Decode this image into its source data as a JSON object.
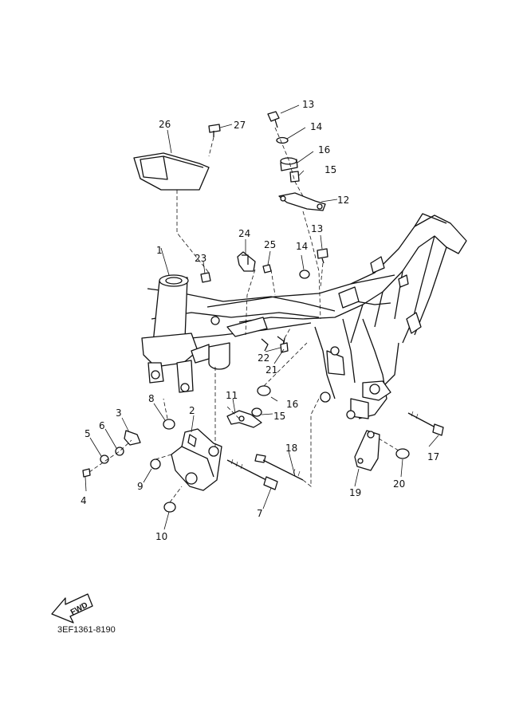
{
  "diagram": {
    "code": "3EF1361-8190",
    "fwd_label": "FWD",
    "callouts": {
      "c1": "1",
      "c2": "2",
      "c3": "3",
      "c4": "4",
      "c5": "5",
      "c6": "6",
      "c7": "7",
      "c8": "8",
      "c9": "9",
      "c10": "10",
      "c11": "11",
      "c12": "12",
      "c13a": "13",
      "c13b": "13",
      "c14a": "14",
      "c14b": "14",
      "c15a": "15",
      "c15b": "15",
      "c16a": "16",
      "c16b": "16",
      "c17": "17",
      "c18": "18",
      "c19": "19",
      "c20": "20",
      "c21": "21",
      "c22": "22",
      "c23": "23",
      "c24": "24",
      "c25": "25",
      "c26": "26",
      "c27": "27"
    }
  }
}
